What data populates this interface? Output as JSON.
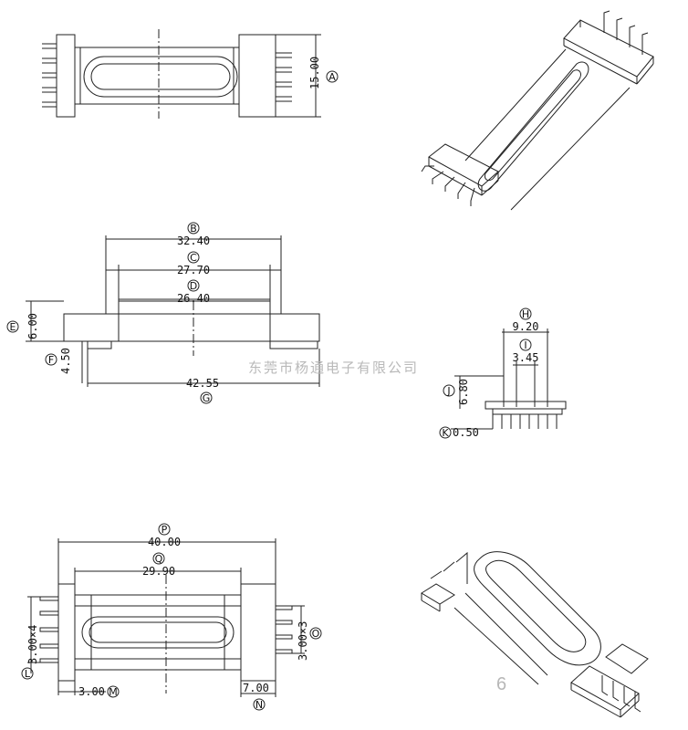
{
  "drawing": {
    "top_view": {
      "dims": [
        {
          "id": "A",
          "value": "15.00"
        }
      ]
    },
    "side_view": {
      "dims": [
        {
          "id": "B",
          "value": "32.40"
        },
        {
          "id": "C",
          "value": "27.70"
        },
        {
          "id": "D",
          "value": "26.40"
        },
        {
          "id": "E",
          "value": "6.00"
        },
        {
          "id": "F",
          "value": "4.50"
        },
        {
          "id": "G",
          "value": "42.55"
        }
      ]
    },
    "end_view": {
      "dims": [
        {
          "id": "H",
          "value": "9.20"
        },
        {
          "id": "I",
          "value": "3.45"
        },
        {
          "id": "J",
          "value": "6.80"
        },
        {
          "id": "K",
          "value": "0.50"
        }
      ]
    },
    "bottom_view": {
      "dims": [
        {
          "id": "P",
          "value": "40.00"
        },
        {
          "id": "Q",
          "value": "29.90"
        },
        {
          "id": "L",
          "value": "3.00×4"
        },
        {
          "id": "O",
          "value": "3.00×3"
        },
        {
          "id": "M",
          "value": "3.00"
        },
        {
          "id": "N",
          "value": "7.00"
        }
      ]
    }
  },
  "watermark": "东莞市杨通电子有限公司",
  "page_number": "6",
  "colors": {
    "line": "#222222",
    "watermark": "#b9b9b9",
    "background": "#ffffff"
  }
}
